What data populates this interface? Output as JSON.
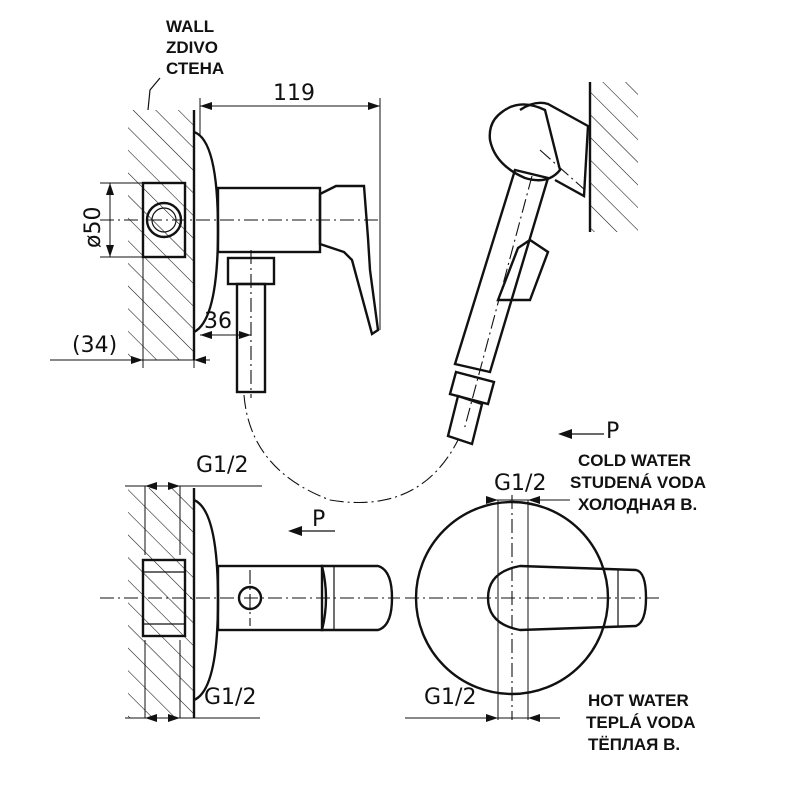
{
  "wall_label": {
    "en": "WALL",
    "cz": "ZDIVO",
    "ru": "СТЕНА"
  },
  "dimensions": {
    "length": "119",
    "diameter": "ø50",
    "offset": "36",
    "wall_offset": "(34)",
    "thread_top": "G1/2",
    "thread_bottom": "G1/2",
    "thread_front_top": "G1/2",
    "thread_front_bottom": "G1/2"
  },
  "pressure_label": "P",
  "cold_water": {
    "en": "COLD WATER",
    "cz": "STUDENÁ VODA",
    "ru": "ХОЛОДНАЯ В."
  },
  "hot_water": {
    "en": "HOT WATER",
    "cz": "TEPLÁ VODA",
    "ru": "ТЁПЛАЯ В."
  }
}
